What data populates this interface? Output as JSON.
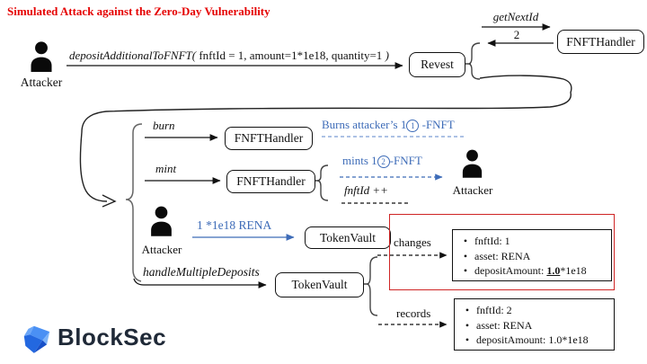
{
  "title": "Simulated Attack against the Zero-Day Vulnerability",
  "colors": {
    "title_red": "#e50000",
    "annotation_blue": "#3e6cb8",
    "box_red": "#cf2525",
    "logo_navy": "#1f2937"
  },
  "actors": {
    "attacker1": "Attacker",
    "attacker2": "Attacker",
    "attacker3": "Attacker"
  },
  "flow1": {
    "call_fn": "depositAdditionalToFNFT(",
    "call_args": " fnftId = 1, amount=1*1e18, quantity=1",
    "call_close": " )",
    "revest": "Revest",
    "get_next_id": "getNextId",
    "return_value": "2",
    "handler": "FNFTHandler"
  },
  "burn_row": {
    "method": "burn",
    "handler": "FNFTHandler",
    "note_prefix": "Burns attacker’s 1",
    "note_circle": "1",
    "note_suffix": " -FNFT"
  },
  "mint_row": {
    "method": "mint",
    "handler": "FNFTHandler",
    "note_prefix": "mints 1",
    "note_circle": "2",
    "note_suffix": "-FNFT",
    "increment": "fnftId ++"
  },
  "rena_row": {
    "transfer": "1 *1e18 RENA",
    "vault": "TokenVault"
  },
  "deposit_row": {
    "method": "handleMultipleDeposits",
    "vault": "TokenVault"
  },
  "changes": {
    "label": "changes",
    "items": [
      "fnftId: 1",
      "asset: RENA"
    ],
    "deposit_prefix": "depositAmount: ",
    "deposit_highlight": "1.0",
    "deposit_suffix": "*1e18"
  },
  "records": {
    "label": "records",
    "items": [
      "fnftId: 2",
      "asset: RENA",
      "depositAmount: 1.0*1e18"
    ]
  },
  "logo": {
    "name": "BlockSec"
  }
}
